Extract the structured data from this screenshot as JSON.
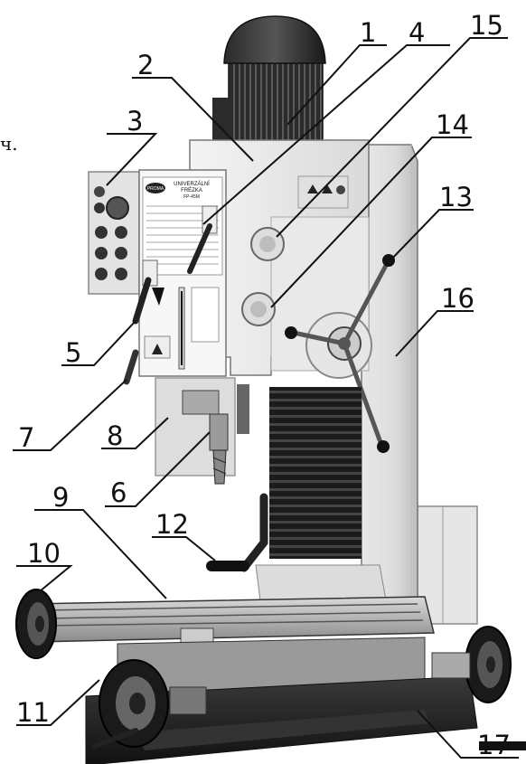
{
  "stray_text": "ч.",
  "callouts": [
    {
      "id": "1",
      "label": "1"
    },
    {
      "id": "2",
      "label": "2"
    },
    {
      "id": "3",
      "label": "3"
    },
    {
      "id": "4",
      "label": "4"
    },
    {
      "id": "5",
      "label": "5"
    },
    {
      "id": "6",
      "label": "6"
    },
    {
      "id": "7",
      "label": "7"
    },
    {
      "id": "8",
      "label": "8"
    },
    {
      "id": "9",
      "label": "9"
    },
    {
      "id": "10",
      "label": "10"
    },
    {
      "id": "11",
      "label": "11"
    },
    {
      "id": "12",
      "label": "12"
    },
    {
      "id": "13",
      "label": "13"
    },
    {
      "id": "14",
      "label": "14"
    },
    {
      "id": "15",
      "label": "15"
    },
    {
      "id": "16",
      "label": "16"
    },
    {
      "id": "17",
      "label": "17"
    }
  ],
  "plate": {
    "brand": "PROMA",
    "title_line1": "UNIVERZÁLNÍ",
    "title_line2": "FRÉZKA",
    "model": "FP-45M"
  },
  "colors": {
    "ink": "#111111",
    "steel": "#cfcfcf",
    "steel_dark": "#6d6d6d",
    "black": "#151515",
    "white_part": "#f2f2f2"
  }
}
